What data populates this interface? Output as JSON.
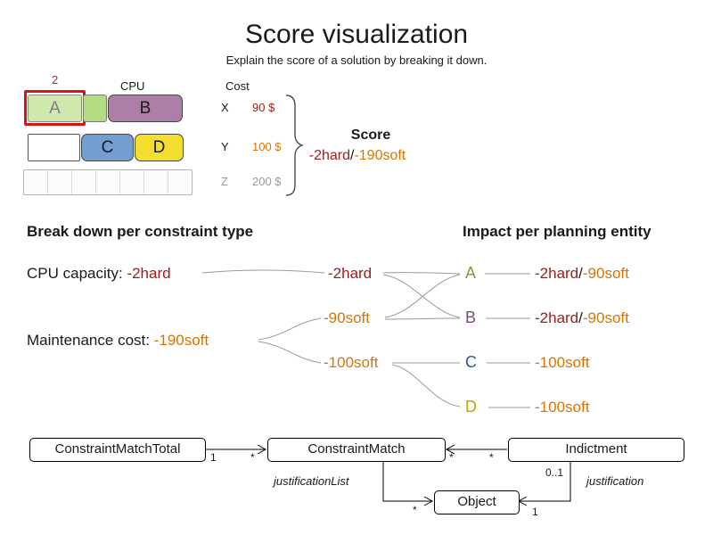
{
  "header": {
    "title": "Score visualization",
    "subtitle": "Explain the score of a solution by breaking it down."
  },
  "colors": {
    "hard": "#9e1a1a",
    "soft": "#d97400",
    "muted": "#9b9b9b",
    "entity-a": "#73a02c",
    "entity-b": "#75507b",
    "entity-c": "#2e5994",
    "entity-d": "#c4a000",
    "highlight": "#dd1111",
    "block-a": "#cfe8ad",
    "block-a-small": "#b3dc85",
    "block-b": "#ad7fa8",
    "block-c": "#729fcf",
    "block-d": "#f3dd2e",
    "connector": "#999999"
  },
  "machines": {
    "highlight_count": "2",
    "cpu_label": "CPU",
    "cost_label": "Cost",
    "blocks": {
      "a": "A",
      "b": "B",
      "c": "C",
      "d": "D"
    },
    "rows": [
      {
        "name": "X",
        "cost": "90 $"
      },
      {
        "name": "Y",
        "cost": "100 $"
      },
      {
        "name": "Z",
        "cost": "200 $"
      }
    ]
  },
  "score": {
    "label": "Score",
    "hard": "-2hard",
    "sep": "/",
    "soft": "-190soft"
  },
  "breakdown": {
    "heading": "Break down per constraint type",
    "rows": [
      {
        "label": "CPU capacity: ",
        "value": "-2hard"
      },
      {
        "label": "Maintenance cost: ",
        "value": "-190soft"
      }
    ],
    "mid_values": [
      {
        "text": "-2hard"
      },
      {
        "text": "-90soft"
      },
      {
        "text": "-100soft"
      }
    ]
  },
  "impact": {
    "heading": "Impact per planning entity",
    "entities": [
      {
        "letter": "A",
        "hard": "-2hard",
        "sep": "/",
        "soft": "-90soft"
      },
      {
        "letter": "B",
        "hard": "-2hard",
        "sep": "/",
        "soft": "-90soft"
      },
      {
        "letter": "C",
        "soft": "-100soft"
      },
      {
        "letter": "D",
        "soft": "-100soft"
      }
    ]
  },
  "uml": {
    "classes": {
      "constraint_match_total": "ConstraintMatchTotal",
      "constraint_match": "ConstraintMatch",
      "indictment": "Indictment",
      "object": "Object"
    },
    "multiplicities": {
      "cmt_one": "1",
      "cm_left_star": "*",
      "cm_right_star": "*",
      "ind_star": "*",
      "obj_left_star": "*",
      "obj_right_one": "1",
      "zero_or_one": "0..1"
    },
    "roles": {
      "justification_list": "justificationList",
      "justification": "justification"
    }
  }
}
